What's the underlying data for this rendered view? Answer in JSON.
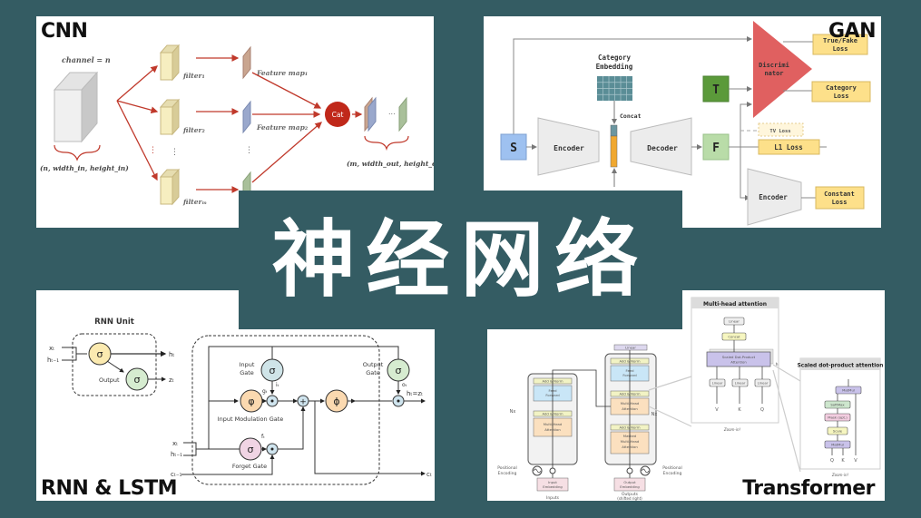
{
  "title": "神经网络",
  "panels": {
    "cnn": {
      "label": "CNN",
      "channel": "channel = n",
      "input_shape": "(n, width_in, height_in)",
      "filters": [
        "filter₁",
        "filter₂",
        "filterₘ"
      ],
      "feature_maps": [
        "Feature map₁",
        "Feature map₂"
      ],
      "cat": "Cat",
      "dots": "...",
      "output_shape": "(m, width_out, height_out)",
      "colors": {
        "arrow": "#c0392b",
        "cat": "#c0281a",
        "filter": "#f6eec0",
        "fm1": "#c9a58f",
        "fm2": "#9aa8cc",
        "fm3": "#a9c09a"
      }
    },
    "gan": {
      "label": "GAN",
      "category_embedding": [
        "Category",
        "Embedding"
      ],
      "concat": "Concat",
      "s": "S",
      "t": "T",
      "f": "F",
      "encoder": "Encoder",
      "decoder": "Decoder",
      "encoder2": "Encoder",
      "discriminator": [
        "Discrimi",
        "nator"
      ],
      "true_fake_loss": [
        "True/Fake",
        "Loss"
      ],
      "category_loss": [
        "Category",
        "Loss"
      ],
      "tv_loss": "TV Loss",
      "l1_loss": "L1 Loss",
      "constant_loss": [
        "Constant",
        "Loss"
      ],
      "colors": {
        "disc": "#e06060",
        "loss": "#fde08a",
        "s": "#9ec1f0",
        "t": "#5b9a3a",
        "f": "#b9dca8",
        "embed": "#5a8d96",
        "concat_top": "#6b96a0",
        "concat_bot": "#f0a830"
      }
    },
    "rnn": {
      "label": "RNN & LSTM",
      "rnn_unit": "RNN Unit",
      "sigma": "σ",
      "output": "Output",
      "x_t": "xₜ",
      "h_prev": "hₜ₋₁",
      "h_t": "hₜ",
      "z_t": "zₜ",
      "input_gate": [
        "Input",
        "Gate"
      ],
      "output_gate": [
        "Output",
        "Gate"
      ],
      "input_modulation_gate": "Input Modulation Gate",
      "forget_gate": "Forget Gate",
      "phi": "φ",
      "phi2": "ϕ",
      "dot": "⊙",
      "plus": "+",
      "c_prev": "cₜ₋₁",
      "c_t": "cₜ",
      "h_eq_z": "hₜ=zₜ",
      "i_t": "iₜ",
      "o_t": "oₜ",
      "f_t": "fₜ",
      "g_t": "gₜ"
    },
    "transformer": {
      "label": "Transformer",
      "linear": "Linear",
      "add_norm": "Add & Norm",
      "feed_forward": [
        "Feed",
        "Forward"
      ],
      "multi_head": [
        "Multi-Head",
        "Attention"
      ],
      "masked_multi_head": [
        "Masked",
        "Multi-Head",
        "Attention"
      ],
      "nx": "Nx",
      "positional_encoding": [
        "Positional",
        "Encoding"
      ],
      "input_embedding": [
        "Input",
        "Embedding"
      ],
      "output_embedding": [
        "Output",
        "Embedding"
      ],
      "inputs": "Inputs",
      "outputs": [
        "Outputs",
        "(shifted right)"
      ],
      "mha_title": "Multi-head attention",
      "concat": "Concat",
      "sdpa": [
        "Scaled Dot-Product",
        "Attention"
      ],
      "h": "h",
      "vkq": [
        "V",
        "K",
        "Q"
      ],
      "zoom_in": "Zoom-in!",
      "sdp_title": "Scaled dot-product attention",
      "matmul": "MatMul",
      "softmax": "SoftMax",
      "mask": "Mask (opt.)",
      "scale": "Scale",
      "qkv": [
        "Q",
        "K",
        "V"
      ]
    }
  }
}
